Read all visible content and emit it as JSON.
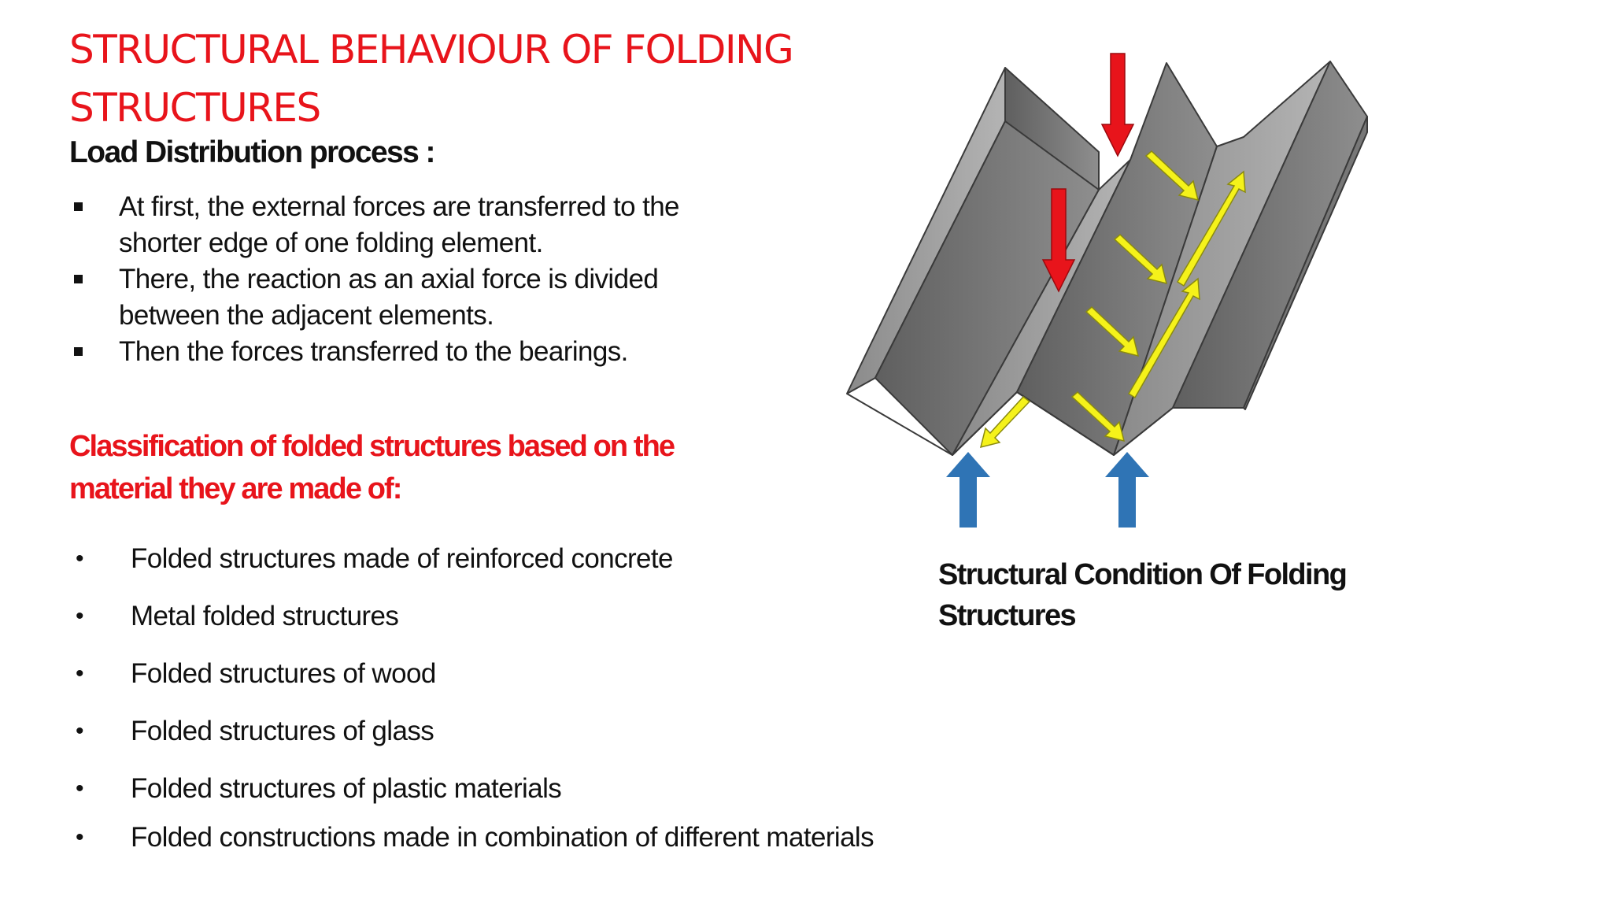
{
  "slide": {
    "title_lines": [
      "STRUCTURAL BEHAVIOUR OF FOLDING",
      "STRUCTURES"
    ],
    "subheading": "Load Distribution process :",
    "load_steps": [
      {
        "lines": [
          "At first, the external forces are transferred to   the",
          "shorter edge of one folding element."
        ]
      },
      {
        "lines": [
          "There, the reaction as an axial force is divided",
          "between the adjacent elements."
        ]
      },
      {
        "lines": [
          "Then the forces transferred to the bearings."
        ]
      }
    ],
    "classification_heading_lines": [
      "Classification of folded structures based on the",
      "material they are made of:"
    ],
    "classification_items": [
      "Folded structures made of reinforced concrete",
      "Metal folded structures",
      "Folded structures of wood",
      "Folded structures of glass",
      "Folded structures of plastic materials",
      "Folded constructions made in combination of different  materials"
    ],
    "bullet_glyph": "•",
    "figure_caption_lines": [
      "Structural Condition Of Folding",
      "Structures"
    ]
  },
  "colors": {
    "title_red": "#e8141b",
    "text": "#111111",
    "load_arrow_red": "#e8141b",
    "force_arrow_yellow": "#f5f21a",
    "support_arrow_blue": "#2f74b5",
    "fold_light": "#a3a3a3",
    "fold_dark": "#6e6e6e"
  }
}
